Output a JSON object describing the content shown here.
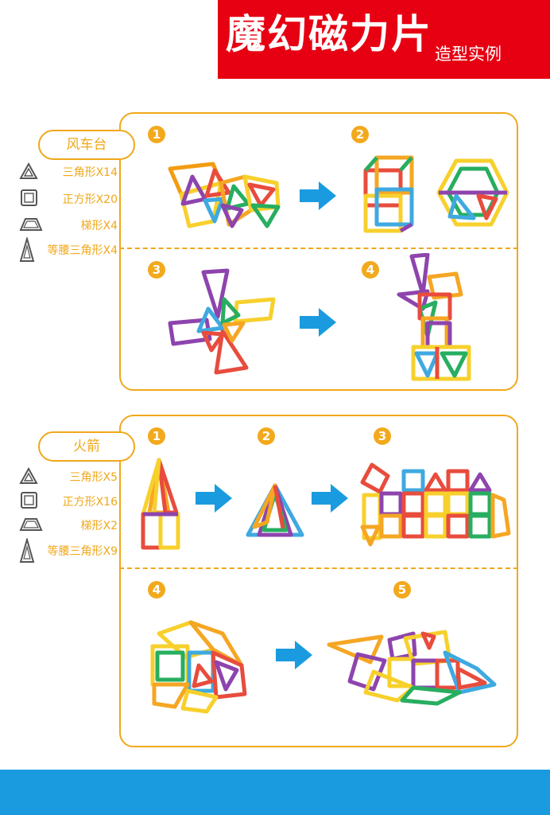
{
  "header": {
    "title": "魔幻磁力片",
    "subtitle": "造型实例"
  },
  "colors": {
    "header_red": "#e60012",
    "accent_orange": "#f0a81a",
    "arrow_blue": "#1a9be0",
    "footer_blue": "#1a9be0"
  },
  "sections": [
    {
      "name": "风车台",
      "legend": [
        {
          "shape": "triangle-icon",
          "label": "三角形X14"
        },
        {
          "shape": "square-icon",
          "label": "正方形X20"
        },
        {
          "shape": "trapezoid-icon",
          "label": "梯形X4"
        },
        {
          "shape": "isosceles-triangle-icon",
          "label": "等腰三角形X4"
        }
      ],
      "steps": [
        "1",
        "2",
        "3",
        "4"
      ]
    },
    {
      "name": "火箭",
      "legend": [
        {
          "shape": "triangle-icon",
          "label": "三角形X5"
        },
        {
          "shape": "square-icon",
          "label": "正方形X16"
        },
        {
          "shape": "trapezoid-icon",
          "label": "梯形X2"
        },
        {
          "shape": "isosceles-triangle-icon",
          "label": "等腰三角形X9"
        }
      ],
      "steps": [
        "1",
        "2",
        "3",
        "4",
        "5"
      ]
    }
  ]
}
